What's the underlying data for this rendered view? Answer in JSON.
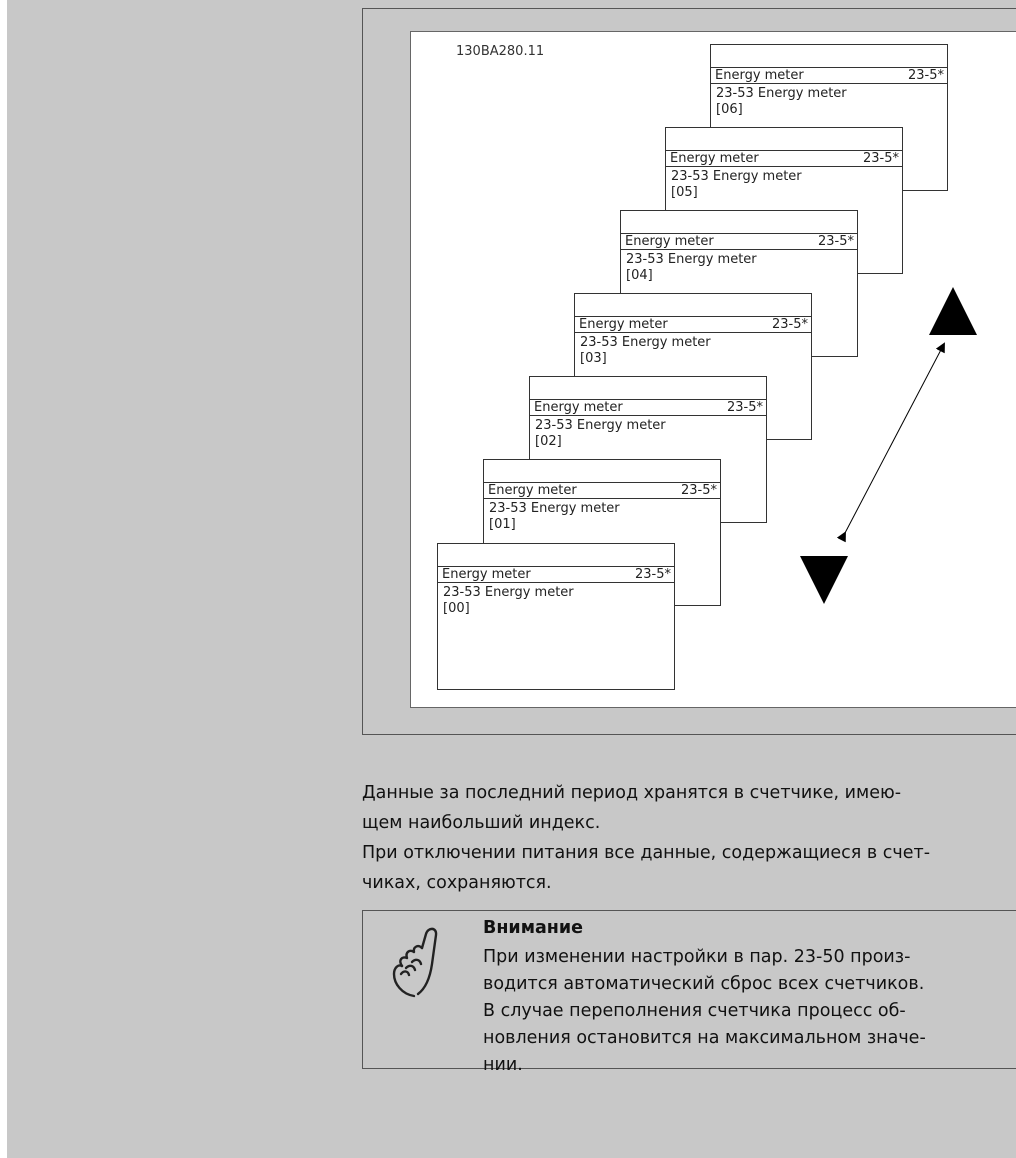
{
  "figure": {
    "code": "130BA280.11",
    "screens": [
      {
        "header_left": "Energy meter",
        "header_right": "23-5*",
        "line1": "23-53 Energy meter",
        "line2": "[06]"
      },
      {
        "header_left": "Energy meter",
        "header_right": "23-5*",
        "line1": "23-53 Energy meter",
        "line2": "[05]"
      },
      {
        "header_left": "Energy meter",
        "header_right": "23-5*",
        "line1": "23-53 Energy meter",
        "line2": "[04]"
      },
      {
        "header_left": "Energy meter",
        "header_right": "23-5*",
        "line1": "23-53 Energy meter",
        "line2": "[03]"
      },
      {
        "header_left": "Energy meter",
        "header_right": "23-5*",
        "line1": "23-53 Energy meter",
        "line2": "[02]"
      },
      {
        "header_left": "Energy meter",
        "header_right": "23-5*",
        "line1": "23-53 Energy meter",
        "line2": "[01]"
      },
      {
        "header_left": "Energy meter",
        "header_right": "23-5*",
        "line1": "23-53 Energy meter",
        "line2": "[00]"
      }
    ],
    "icons": [
      "arrow-up-icon",
      "arrow-down-icon",
      "double-arrow-icon"
    ]
  },
  "paragraphs": {
    "p1_line1": "Данные за последний период хранятся в счетчике, имею-",
    "p1_line2": "щем наибольший индекс.",
    "p2_line1": "При отключении питания все данные, содержащиеся в счет-",
    "p2_line2": "чиках, сохраняются."
  },
  "note": {
    "icon": "note-hand-icon",
    "title": "Внимание",
    "lines": [
      "При изменении настройки в пар. 23-50 произ-",
      "водится автоматический сброс всех счетчиков.",
      "В случае переполнения счетчика процесс об-",
      "новления остановится на максимальном значе-",
      "нии."
    ]
  }
}
